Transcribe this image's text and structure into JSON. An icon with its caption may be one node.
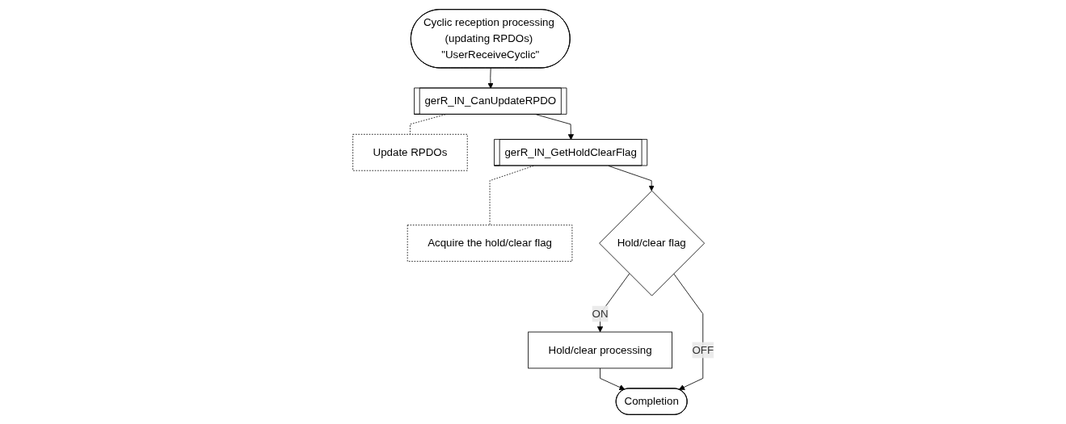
{
  "diagram": {
    "nodes": [
      {
        "text": [
          "Cyclic reception processing (updating RPDOs) \"UserReceiveCyclic\""
        ]
      },
      {
        "text": [
          "gerR_IN_CanUpdateRPDO"
        ]
      },
      {
        "text": [
          "Update RPDOs"
        ]
      },
      {
        "text": [
          "gerR_IN_GetHoldClearFlag"
        ]
      },
      {
        "text": [
          "Acquire the hold/clear flag"
        ]
      },
      {
        "text": [
          "Hold/clear flag"
        ]
      },
      {
        "text": [
          "Hold/clear processing"
        ]
      },
      {
        "text": [
          "Completion"
        ]
      }
    ],
    "edges": [
      {
        "from": 0,
        "to": 1,
        "arrow": "to"
      },
      {
        "from": 1,
        "to": 2,
        "arrow": "none",
        "style": "dashed"
      },
      {
        "from": 1,
        "to": 3,
        "arrow": "to"
      },
      {
        "from": 3,
        "to": 4,
        "arrow": "none",
        "style": "dashed"
      },
      {
        "from": 3,
        "to": 5,
        "arrow": "to"
      },
      {
        "from": 5,
        "to": 6,
        "label": "ON",
        "arrow": "to"
      },
      {
        "from": 6,
        "to": 7,
        "arrow": "to"
      },
      {
        "from": 5,
        "to": 7,
        "label": "OFF",
        "arrow": "to"
      }
    ]
  }
}
